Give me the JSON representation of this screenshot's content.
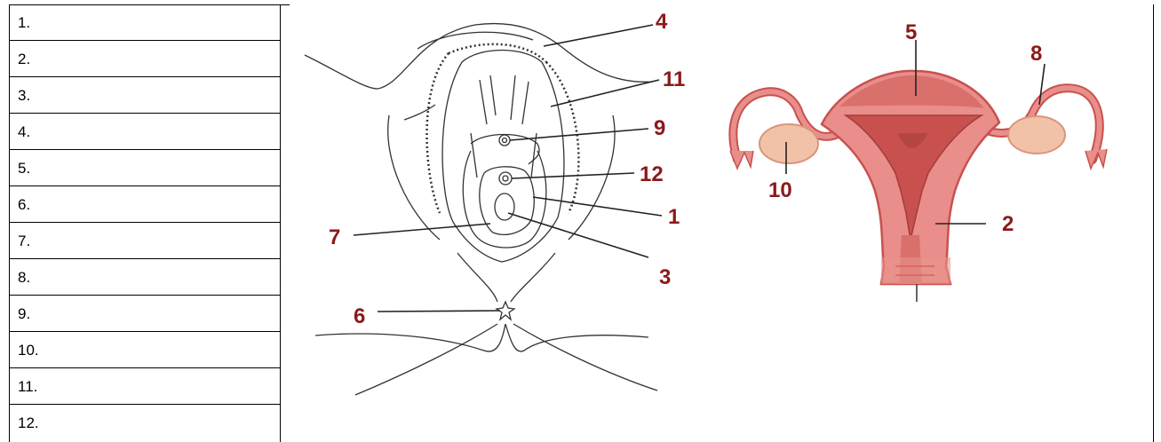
{
  "answer_list": {
    "items": [
      "1.",
      "2.",
      "3.",
      "4.",
      "5.",
      "6.",
      "7.",
      "8.",
      "9.",
      "10.",
      "11.",
      "12."
    ]
  },
  "external_diagram": {
    "labels": {
      "l4": "4",
      "l11": "11",
      "l9": "9",
      "l12": "12",
      "l1": "1",
      "l7": "7",
      "l3": "3",
      "l6": "6"
    }
  },
  "internal_diagram": {
    "labels": {
      "l5": "5",
      "l8": "8",
      "l10": "10",
      "l2": "2"
    }
  },
  "colors": {
    "label": "#8b1a1a",
    "uterus_fill": "#e98e8a",
    "uterus_dark": "#c8514f",
    "ovary_fill": "#f2c2a8"
  }
}
